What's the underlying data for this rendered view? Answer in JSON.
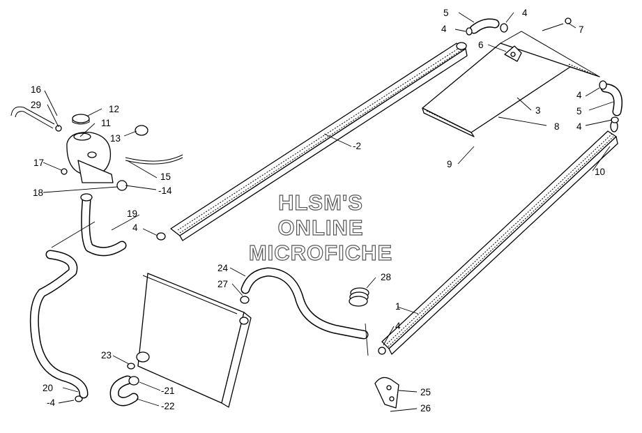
{
  "watermark": {
    "line1": "HLSM'S",
    "line2": "ONLINE",
    "line3": "MICROFICHE"
  },
  "callouts": {
    "c1": "1",
    "c2": "-2",
    "c3": "3",
    "c4a": "4",
    "c4b": "-4",
    "c4c": "4",
    "c4d": "4",
    "c4e": "4",
    "c4f": "4",
    "c4g": "4",
    "c5a": "5",
    "c5b": "5",
    "c6": "6",
    "c7": "7",
    "c8": "8",
    "c9": "9",
    "c10": "10",
    "c11": "11",
    "c12": "12",
    "c13": "13",
    "c14": "-14",
    "c15": "15",
    "c16": "16",
    "c17": "17",
    "c18": "18",
    "c19": "19",
    "c20": "20",
    "c21": "-21",
    "c22": "-22",
    "c23": "23",
    "c24": "24",
    "c25": "25",
    "c26": "26",
    "c27": "27",
    "c28": "28",
    "c29": "29"
  },
  "colors": {
    "line": "#000000",
    "background": "#ffffff",
    "watermark_outline": "#555555"
  }
}
